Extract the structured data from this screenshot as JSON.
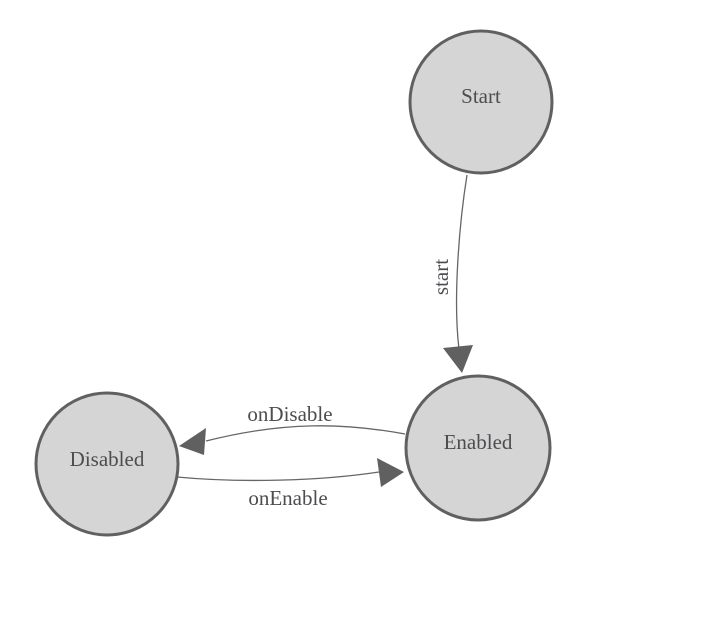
{
  "diagram": {
    "kind": "state-machine",
    "background_color": "#ffffff",
    "colors": {
      "node_fill": "#d5d5d5",
      "node_stroke": "#606060",
      "edge_stroke": "#666666",
      "arrowhead_fill": "#606060",
      "label_text": "#4d4d51"
    },
    "nodes": [
      {
        "id": "start",
        "label": "Start"
      },
      {
        "id": "enabled",
        "label": "Enabled"
      },
      {
        "id": "disabled",
        "label": "Disabled"
      }
    ],
    "edges": [
      {
        "from": "Start",
        "to": "Enabled",
        "label": "start"
      },
      {
        "from": "Enabled",
        "to": "Disabled",
        "label": "onDisable"
      },
      {
        "from": "Disabled",
        "to": "Enabled",
        "label": "onEnable"
      }
    ]
  }
}
